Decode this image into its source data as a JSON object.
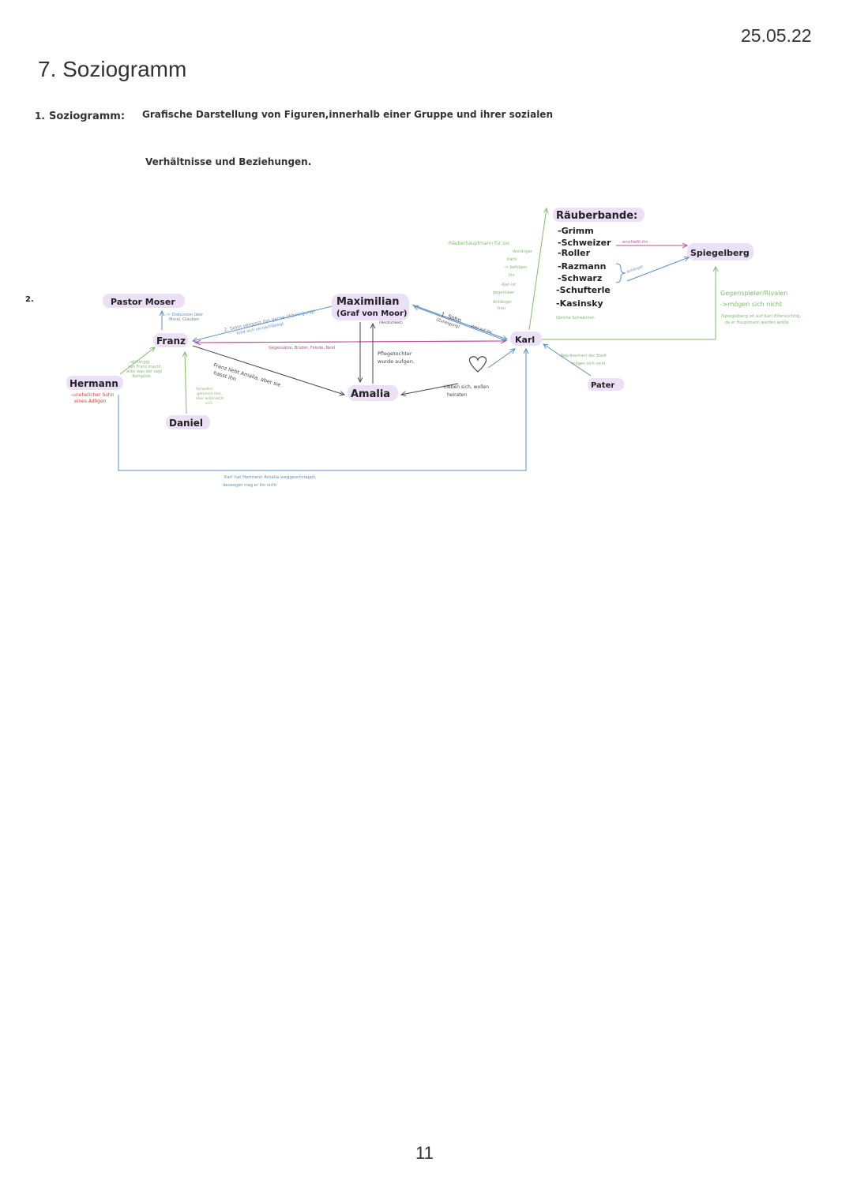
{
  "date": "25.05.22",
  "title": "7. Soziogramm",
  "definition": {
    "number": "1.",
    "term": "Soziogramm:",
    "line1": "Grafische Darstellung von Figuren,innerhalb einer Gruppe und ihrer sozialen",
    "line2": "Verhältnisse und Beziehungen."
  },
  "section2_number": "2.",
  "nodes": {
    "pastor": "Pastor Moser",
    "franz": "Franz",
    "hermann": "Hermann",
    "daniel": "Daniel",
    "maximilian": "Maximilian",
    "maximilian_sub": "(Graf von Moor)",
    "amalia": "Amalia",
    "karl": "Karl",
    "pater": "Pater",
    "spiegelberg": "Spiegelberg",
    "raeuberbande_title": "Räuberbande:",
    "raeuberbande_members": [
      "-Grimm",
      "-Schweizer",
      "-Roller",
      "-Razmann",
      "-Schwarz",
      "-Schufterle",
      "-Kasinsky"
    ]
  },
  "labels": {
    "hermann_sub1": "-unehelicher Sohn",
    "hermann_sub2": "eines Adligen",
    "pastor_franz1": "-> Diskussion über",
    "pastor_franz2": "Moral, Glauben",
    "hermann_franz1": "-abhängig",
    "hermann_franz2": "von Franz macht",
    "hermann_franz3": "alles was der sagt",
    "hermann_franz4": "-Komplize",
    "daniel_franz1": "Verwalter",
    "daniel_franz2": "-gehorcht ihm,",
    "daniel_franz3": "aber widersetzt",
    "daniel_franz4": "sich",
    "max_franz1": "2. Sohn vergisst ihn gerne (Abneigung)",
    "max_franz2": "fühlt sich vernachlässigt",
    "franz_karl": "Gegensätze, Brüder, Feinde, Neid",
    "franz_amalia1": "Franz liebt Amalia, aber sie",
    "franz_amalia2": "hasst ihn",
    "max_amalia1": "Pflegetochter",
    "max_amalia2": "wurde aufgen.",
    "max_sub": "(Herzlichkeit)",
    "max_karl1": "1. Sohn",
    "max_karl2": "(Zuneigung)",
    "max_karl3": "stolz auf ihn",
    "amalia_karl1": "Lieben sich, wollen",
    "amalia_karl2": "heiraten",
    "karl_bande1": "-Räuberhauptmann für sie",
    "karl_bande2": "-Anhänger",
    "karl_bande3": "Karls",
    "karl_bande4": "-> befolgen",
    "karl_bande5": "ihn",
    "karl_bande6": "-Karl ist",
    "karl_bande7": "gegenüber",
    "karl_bande8": "Anhänger",
    "karl_bande9": "treu",
    "kasinsky_note": "Gleiche Schwächen",
    "schweizer_spiegelberg": "erschießt ihn",
    "anhaenger": "Anhänger",
    "pater1": "-Repräsentant der Stadt",
    "pater2": "-mögen sich nicht",
    "spiegel1": "Gegenspieler/Rivalen",
    "spiegel2": "->mögen sich nicht",
    "spiegel3": "-Spiegelberg ist auf Karl Eifersüchtig,",
    "spiegel4": "da er Hauptmann werden wollte",
    "hermann_karl1": "Karl hat Hermann Amalia weggeschnappt,",
    "hermann_karl2": "deswegen mag er ihn nicht"
  },
  "page_number": "11",
  "colors": {
    "green": "#7cbf6a",
    "blue": "#5b8fc8",
    "pink": "#c04a92",
    "red": "#d9433a",
    "highlight": "#ece0f6"
  }
}
